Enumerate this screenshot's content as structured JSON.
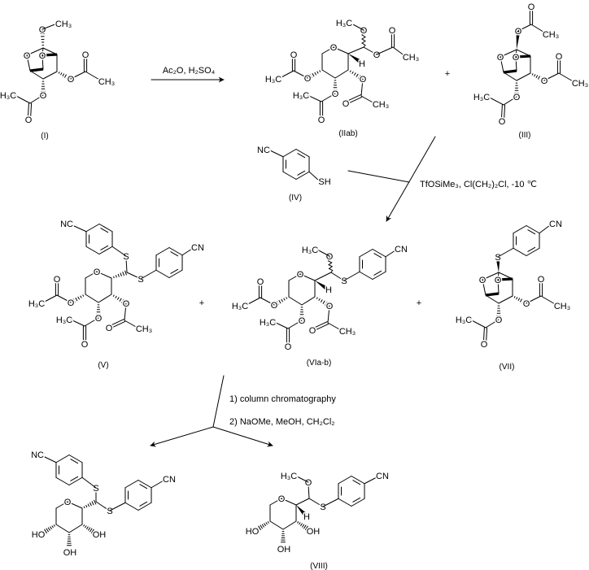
{
  "atoms": {
    "O": "O",
    "S": "S",
    "H": "H",
    "SH": "SH",
    "CH3": "CH₃",
    "H3C": "H₃C",
    "NC": "NC",
    "CN": "CN",
    "HO": "HO",
    "OH": "OH"
  },
  "labels": {
    "I": "(I)",
    "IIab": "(IIab)",
    "III": "(III)",
    "IV": "(IV)",
    "V": "(V)",
    "VI": "(VIa-b)",
    "VII": "(VII)",
    "VIII": "(VIII)"
  },
  "reagents": {
    "step1": "Ac₂O, H₂SO₄",
    "step2": "TfOSiMe₃, Cl(CH₂)₂Cl, -10 ℃",
    "step3a": "1) column chromatography",
    "step3b": "2) NaOMe, MeOH, CH₂Cl₂"
  },
  "plus": "+"
}
